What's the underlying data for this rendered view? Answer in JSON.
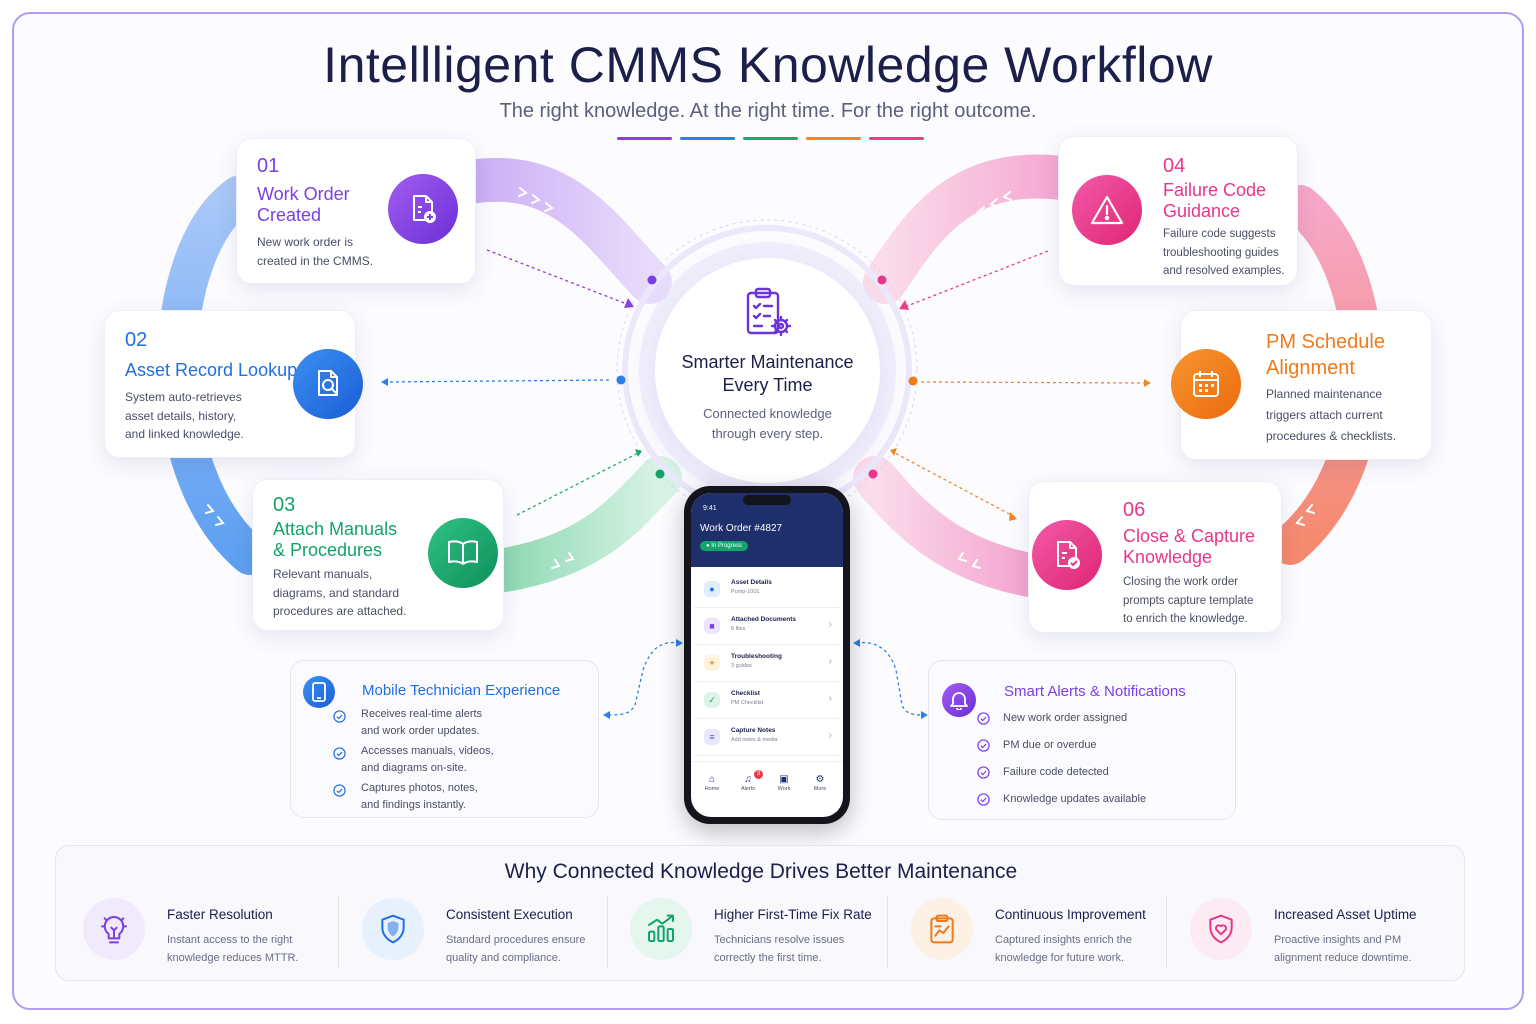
{
  "header": {
    "title": "Intellligent CMMS Knowledge Workflow",
    "subtitle": "The right knowledge. At the right time. For the right outcome.",
    "bar_colors": [
      "#8b3fe0",
      "#2d7fe6",
      "#1bac6c",
      "#f0852a",
      "#ec3d8c"
    ]
  },
  "hub": {
    "icon": "clipboard-gear-icon",
    "title_line1": "Smarter Maintenance",
    "title_line2": "Every Time",
    "desc_line1": "Connected knowledge",
    "desc_line2": "through every step."
  },
  "steps": [
    {
      "num": "01",
      "title_line1": "Work Order",
      "title_line2": "Created",
      "desc": [
        "New work order is",
        "created in the CMMS."
      ],
      "color": "#7b3fe4",
      "icon": "document-plus-icon"
    },
    {
      "num": "02",
      "title_line1": "Asset Record Lookup",
      "title_line2": "",
      "desc": [
        "System auto-retrieves",
        "asset details, history,",
        "and linked knowledge."
      ],
      "color": "#1f6fe5",
      "icon": "document-search-icon"
    },
    {
      "num": "03",
      "title_line1": "Attach Manuals",
      "title_line2": "& Procedures",
      "desc": [
        "Relevant manuals,",
        "diagrams, and standard",
        "procedures are attached."
      ],
      "color": "#13a36a",
      "icon": "open-book-icon"
    },
    {
      "num": "04",
      "title_line1": "Failure Code",
      "title_line2": "Guidance",
      "desc": [
        "Failure code suggests",
        "troubleshooting guides",
        "and resolved examples."
      ],
      "color": "#e8368a",
      "icon": "warning-triangle-icon"
    },
    {
      "num": "",
      "title_line1": "PM Schedule",
      "title_line2": "Alignment",
      "desc": [
        "Planned maintenance",
        "triggers attach current",
        "procedures & checklists."
      ],
      "color": "#f07a1a",
      "icon": "calendar-icon"
    },
    {
      "num": "06",
      "title_line1": "Close & Capture",
      "title_line2": "Knowledge",
      "desc": [
        "Closing the work order",
        "prompts capture template",
        "to enrich the knowledge."
      ],
      "color": "#e8368a",
      "icon": "document-check-icon"
    }
  ],
  "phone": {
    "time": "9:41",
    "title": "Work Order #4827",
    "status": "In Progress",
    "rows": [
      {
        "title": "Asset Details",
        "sub": "Pump-1001",
        "color": "#1f6fe5",
        "icon": "asset-icon"
      },
      {
        "title": "Attached Documents",
        "sub": "5 files",
        "color": "#7b3fe4",
        "icon": "folder-icon"
      },
      {
        "title": "Troubleshooting",
        "sub": "3 guides",
        "color": "#f0a21a",
        "icon": "lightbulb-icon"
      },
      {
        "title": "Checklist",
        "sub": "PM Checklist",
        "color": "#13a36a",
        "icon": "checklist-icon"
      },
      {
        "title": "Capture Notes",
        "sub": "Add notes & media",
        "color": "#5a4fd6",
        "icon": "note-icon"
      }
    ],
    "nav": [
      {
        "label": "Home",
        "icon": "home-icon"
      },
      {
        "label": "Alerts",
        "icon": "bell-icon",
        "badge": "3"
      },
      {
        "label": "Work",
        "icon": "briefcase-icon"
      },
      {
        "label": "More",
        "icon": "more-icon"
      }
    ]
  },
  "mobile_panel": {
    "title": "Mobile Technician Experience",
    "icon": "smartphone-icon",
    "items": [
      [
        "Receives real-time alerts",
        "and work order updates."
      ],
      [
        "Accesses manuals, videos,",
        "and diagrams on-site."
      ],
      [
        "Captures photos, notes,",
        "and findings instantly."
      ]
    ]
  },
  "alerts_panel": {
    "title": "Smart Alerts & Notifications",
    "icon": "bell-icon",
    "items": [
      "New work order assigned",
      "PM due or overdue",
      "Failure code detected",
      "Knowledge updates available"
    ]
  },
  "benefits": {
    "title": "Why Connected Knowledge Drives Better Maintenance",
    "items": [
      {
        "title": "Faster Resolution",
        "desc": [
          "Instant access to the right",
          "knowledge reduces MTTR."
        ],
        "color": "#7b3fe4",
        "bg": "#f1eafc",
        "icon": "lightbulb-icon"
      },
      {
        "title": "Consistent Execution",
        "desc": [
          "Standard procedures ensure",
          "quality and compliance."
        ],
        "color": "#1f6fe5",
        "bg": "#e7f0fd",
        "icon": "shield-icon"
      },
      {
        "title": "Higher First-Time Fix Rate",
        "desc": [
          "Technicians resolve issues",
          "correctly the first time."
        ],
        "color": "#13a36a",
        "bg": "#e5f6ee",
        "icon": "bar-chart-icon"
      },
      {
        "title": "Continuous Improvement",
        "desc": [
          "Captured insights enrich the",
          "knowledge for future work."
        ],
        "color": "#f07a1a",
        "bg": "#fdf0e4",
        "icon": "clipboard-chart-icon"
      },
      {
        "title": "Increased Asset Uptime",
        "desc": [
          "Proactive insights and PM",
          "alignment reduce downtime."
        ],
        "color": "#e8368a",
        "bg": "#fdebf3",
        "icon": "heart-shield-icon"
      }
    ]
  }
}
